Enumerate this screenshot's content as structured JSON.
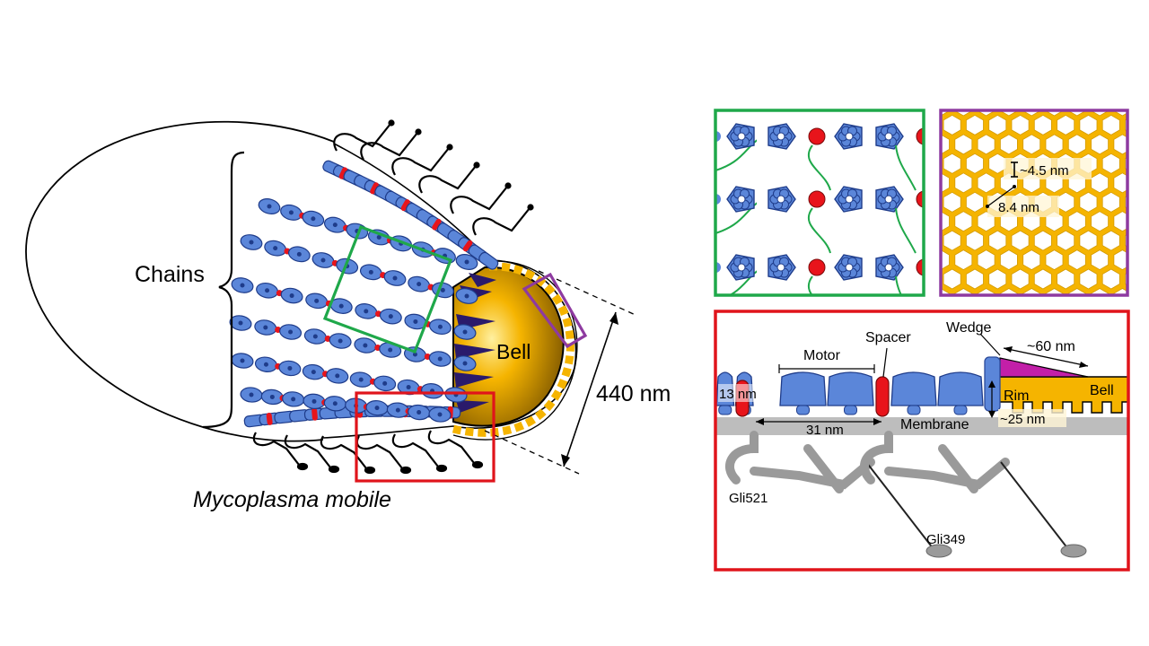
{
  "main": {
    "chains_label": "Chains",
    "bell_label": "Bell",
    "size_label": "440 nm",
    "organism_label": "Mycoplasma mobile"
  },
  "purple_inset": {
    "gap_label": "~4.5 nm",
    "pitch_label": "8.4 nm"
  },
  "red_inset": {
    "wedge_label": "Wedge",
    "spacer_label": "Spacer",
    "motor_label": "Motor",
    "length60_label": "~60 nm",
    "rim_label": "Rim",
    "bell_label": "Bell",
    "width13_label": "13 nm",
    "period31_label": "31 nm",
    "membrane_label": "Membrane",
    "height25_label": "~25 nm",
    "gli521_label": "Gli521",
    "gli349_label": "Gli349"
  },
  "colors": {
    "motor_blue": "#5b86d9",
    "spacer_red": "#e8141b",
    "bell_gold": "#f5b400",
    "wedge_magenta": "#c21fa8",
    "green_frame": "#1fa84a",
    "purple_frame": "#8e3aa0",
    "red_frame": "#e0141b",
    "membrane_gray": "#bdbdbd"
  }
}
